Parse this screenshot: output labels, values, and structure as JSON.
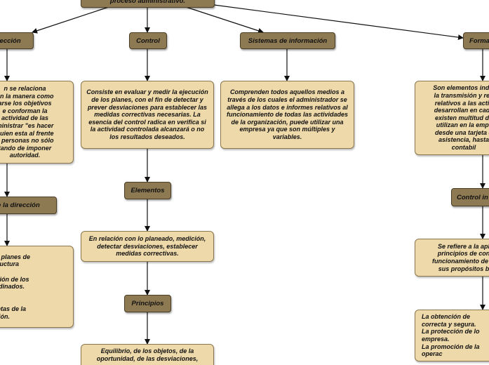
{
  "nodes": {
    "root": "proceso administrativo.",
    "direccion": "Dirección",
    "direccion_desc": "n se relaciona\non la manera como\narse los objetivos\ne conforman la\nactividad de las\nministrar \"es hacer\nquien esta al frente\ne personas no sólo\ntando de imponer\nautoridad.",
    "etapas_direccion": "de la dirección",
    "etapas_desc": "de los planes de\nla estructura\n\nnducción de los\nsubordinados.\nn.\n\nlas metas de la\nenzación.",
    "control": "Control",
    "control_desc": "Consiste en evaluar y medir la ejecución de los planes, con el fin de detectar y prever desviaciones para establecer las medidas correctivas necesarias. La esencia del control radica en verifica si la actividad controlada alcanzará o no los resultados deseados.",
    "elementos": "Elementos",
    "elementos_desc": "En relación con lo planeado, medición, detectar desviaciones, establecer medidas correctivas.",
    "principios": "Principios",
    "principios_desc": "Equilibrio, de los objetos, de la oportunidad, de las desviaciones,",
    "sistemas": "Sistemas de información",
    "sistemas_desc": "Comprenden todos aquellos medios a través de los cuales el administrador se allega a los datos e informes relativos al funcionamiento de todas las actividades de la organización, puede utilizar una empresa ya que son múltiples y variables.",
    "formas": "Forma",
    "formas_desc": "Son elementos indis\nla transmisión y reg\nrelativos a las activ\ndesarrollan en cada\nexisten multitud de\nutilizan en la empr\ndesde una tarjeta d\nasistencia, hasta\ncontabil",
    "control_interno": "Control in",
    "control_interno_desc": "Se refiere a la apl\nprincipios de con\nfuncionamiento de la\nsus propósitos b",
    "objetivos_desc": "La obtención de\ncorrecta y segura.\nLa protección de lo\nempresa.\nLa promoción de la\noperac"
  }
}
